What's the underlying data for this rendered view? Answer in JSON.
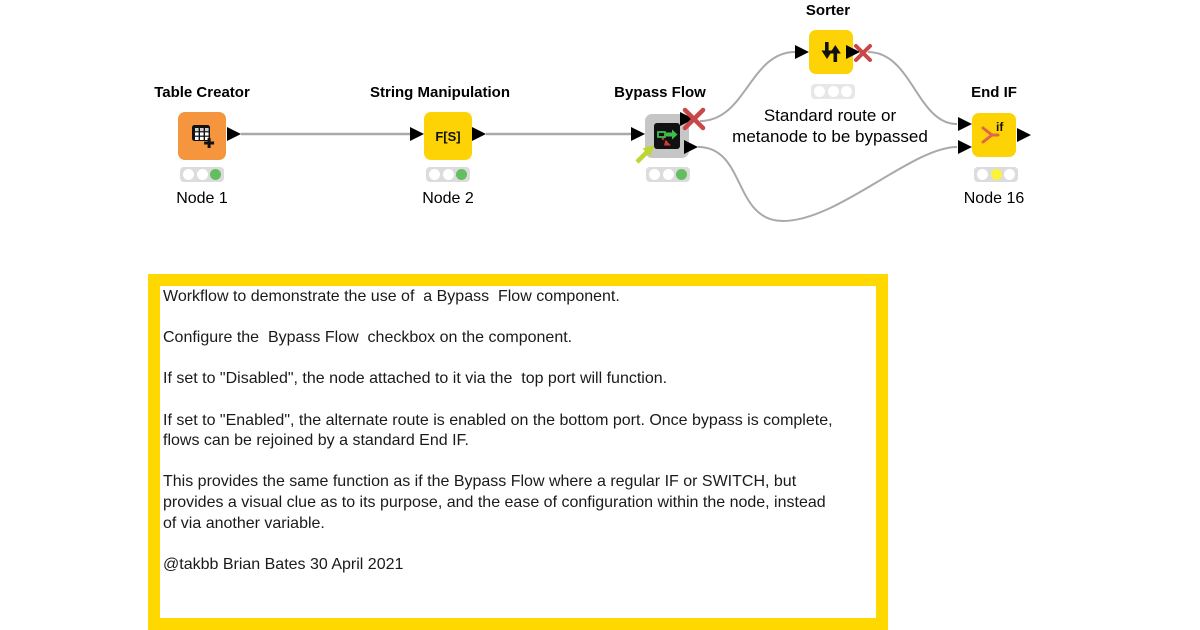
{
  "workflow": {
    "nodes": {
      "table_creator": {
        "title": "Table Creator",
        "label": "Node 1",
        "traffic": [
          "off",
          "off",
          "green"
        ]
      },
      "string_manipulation": {
        "title": "String Manipulation",
        "label": "Node 2",
        "icon_text": "F[S]",
        "traffic": [
          "off",
          "off",
          "green"
        ]
      },
      "bypass_flow": {
        "title": "Bypass Flow",
        "traffic": [
          "off",
          "off",
          "green"
        ]
      },
      "sorter": {
        "title": "Sorter",
        "traffic": [
          "off",
          "off",
          "off"
        ]
      },
      "end_if": {
        "title": "End IF",
        "label": "Node 16",
        "icon_text": "if",
        "traffic": [
          "off",
          "yellow",
          "off"
        ]
      }
    },
    "note": "Standard route or\nmetanode to be bypassed"
  },
  "annotation": {
    "text": "Workflow to demonstrate the use of  a Bypass  Flow component.\n\nConfigure the  Bypass Flow  checkbox on the component.\n\nIf set to \"Disabled\", the node attached to it via the  top port will function.\n\nIf set to \"Enabled\", the alternate route is enabled on the bottom port. Once bypass is complete,\nflows can be rejoined by a standard End IF.\n\nThis provides the same function as if the Bypass Flow where a regular IF or SWITCH, but\nprovides a visual clue as to its purpose, and the ease of configuration within the node, instead\nof via another variable.\n\n@takbb Brian Bates 30 April 2021"
  },
  "colors": {
    "node_yellow": "#FDD306",
    "node_orange": "#F5953D",
    "component_gray": "#C6C6C6",
    "traffic_green": "#63BE5F",
    "traffic_yellow": "#FCF13B",
    "annotation_border": "#FFD800",
    "connection_gray": "#A9A9A9",
    "delete_x_red": "#C94747"
  }
}
